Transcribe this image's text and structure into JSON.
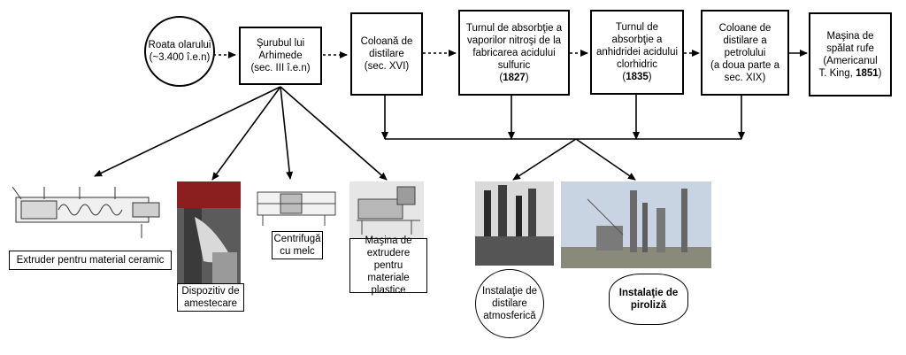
{
  "timeline": {
    "roata": "Roata olarului\n(~3.400 î.e.n)",
    "surub": "Şurubul lui\nArhimede\n(sec. III î.e.n)",
    "coloana": "Coloană de\ndistilare\n(sec. XVI)",
    "turn1_text": "Turnul de absorbţie a\nvaporilor nitroşi de la\nfabricarea acidului\nsulfuric",
    "turn1_year": "1827",
    "turn2_text": "Turnul de\nabsorbţie a\nanhidridei acidului\nclorhidric",
    "turn2_year": "1835",
    "coloane_petrol": "Coloane de\ndistilare a\npetrolului\n(a doua parte a\nsec. XIX)",
    "masina_text": "Maşina de\nspălat rufe\n(Americanul\nT. King, ",
    "masina_year": "1851",
    "masina_close": ")"
  },
  "applications": {
    "extruder": "Extruder pentru material ceramic",
    "dispozitiv": "Dispozitiv de\namestecare",
    "centrifuga": "Centrifugă\ncu melc",
    "extrudere_plastice": "Maşina de\nextrudere pentru\nmateriale\nplastice",
    "instalatie_distilare": "Instalaţie de\ndistilare\natmosferică",
    "instalatie_piroliza": "Instalaţie de\npiroliză"
  },
  "colors": {
    "line": "#000000",
    "photo_sky": "#c8d4e2",
    "photo_steel": "#6a6a6a"
  }
}
